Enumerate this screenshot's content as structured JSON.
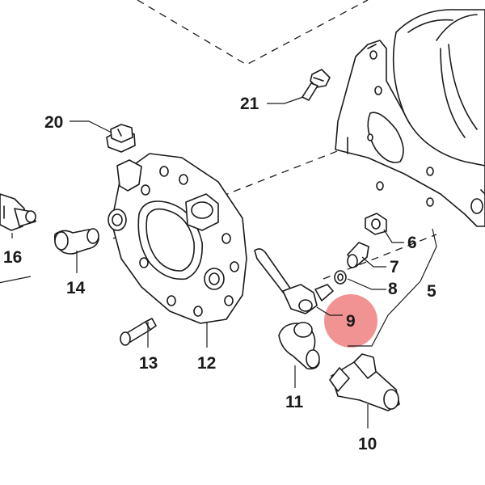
{
  "diagram": {
    "callouts": [
      {
        "id": "c21",
        "label": "21"
      },
      {
        "id": "c20",
        "label": "20"
      },
      {
        "id": "c16",
        "label": "16"
      },
      {
        "id": "c14",
        "label": "14"
      },
      {
        "id": "c13",
        "label": "13"
      },
      {
        "id": "c12",
        "label": "12"
      },
      {
        "id": "c11",
        "label": "11"
      },
      {
        "id": "c10",
        "label": "10"
      },
      {
        "id": "c9",
        "label": "9",
        "highlighted": true
      },
      {
        "id": "c8",
        "label": "8"
      },
      {
        "id": "c7",
        "label": "7"
      },
      {
        "id": "c6",
        "label": "6"
      },
      {
        "id": "c5",
        "label": "5"
      }
    ],
    "highlight_color": "#f08080",
    "line_color": "#1a1a1a",
    "background_color": "#ffffff"
  }
}
